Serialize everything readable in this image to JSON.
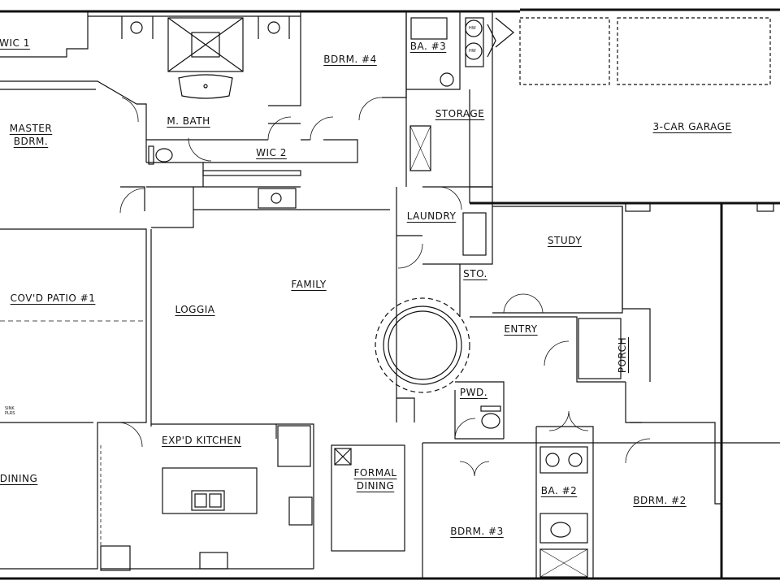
{
  "rooms": {
    "wic1": "WIC 1",
    "master": "MASTER\nBDRM.",
    "mbath": "M. BATH",
    "wic2": "WIC 2",
    "bdrm4": "BDRM. #4",
    "ba3": "BA. #3",
    "storage": "STORAGE",
    "garage": "3-CAR GARAGE",
    "laundry": "LAUNDRY",
    "sto": "STO.",
    "study": "STUDY",
    "family": "FAMILY",
    "loggia": "LOGGIA",
    "patio": "COV'D PATIO #1",
    "entry": "ENTRY",
    "porch": "PORCH",
    "pwd": "PWD.",
    "kitchen": "EXP'D KITCHEN",
    "formal": "FORMAL\nDINING",
    "dining": "DINING",
    "bdrm3": "BDRM. #3",
    "ba2": "BA. #2",
    "bdrm2": "BDRM. #2"
  },
  "fixtures": {
    "water_heater": "HW",
    "note": "SINK\nPLRS"
  }
}
